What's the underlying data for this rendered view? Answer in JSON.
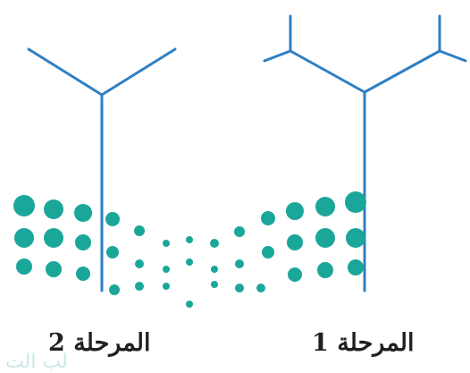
{
  "labels": {
    "stage_1": "المرحلة 1",
    "stage_2": "المرحلة 2"
  },
  "footer_fragment": "لب الت",
  "colors": {
    "line": "#2f7fc4",
    "dots": "#1aa79a",
    "text": "#231f20",
    "background": "#ffffff"
  },
  "figure": {
    "left_antenna_branching": "simple Y",
    "right_antenna_branching": "Y with forked tips",
    "dot_rows": 3
  }
}
